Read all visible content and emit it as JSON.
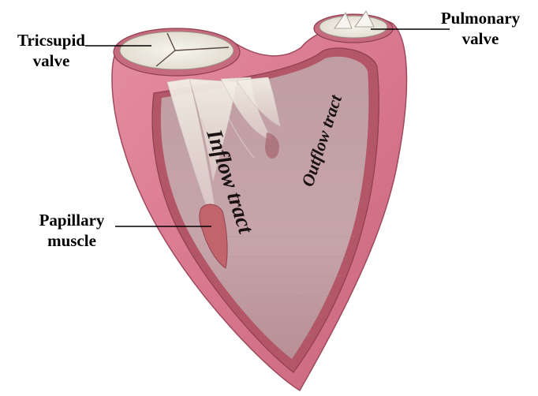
{
  "labels": {
    "tricuspid_line1": "Tricsupid",
    "tricuspid_line2": "valve",
    "pulmonary_line1": "Pulmonary",
    "pulmonary_line2": "valve",
    "papillary_line1": "Papillary",
    "papillary_line2": "muscle"
  },
  "regions": {
    "inflow": "Inflow tract",
    "outflow": "Outflow tract"
  },
  "colors": {
    "wall_outer": "#d9788e",
    "wall_inner": "#c45f72",
    "cavity": "#c8a3a8",
    "valve": "#f1eee6",
    "papillary": "#c2646c"
  }
}
